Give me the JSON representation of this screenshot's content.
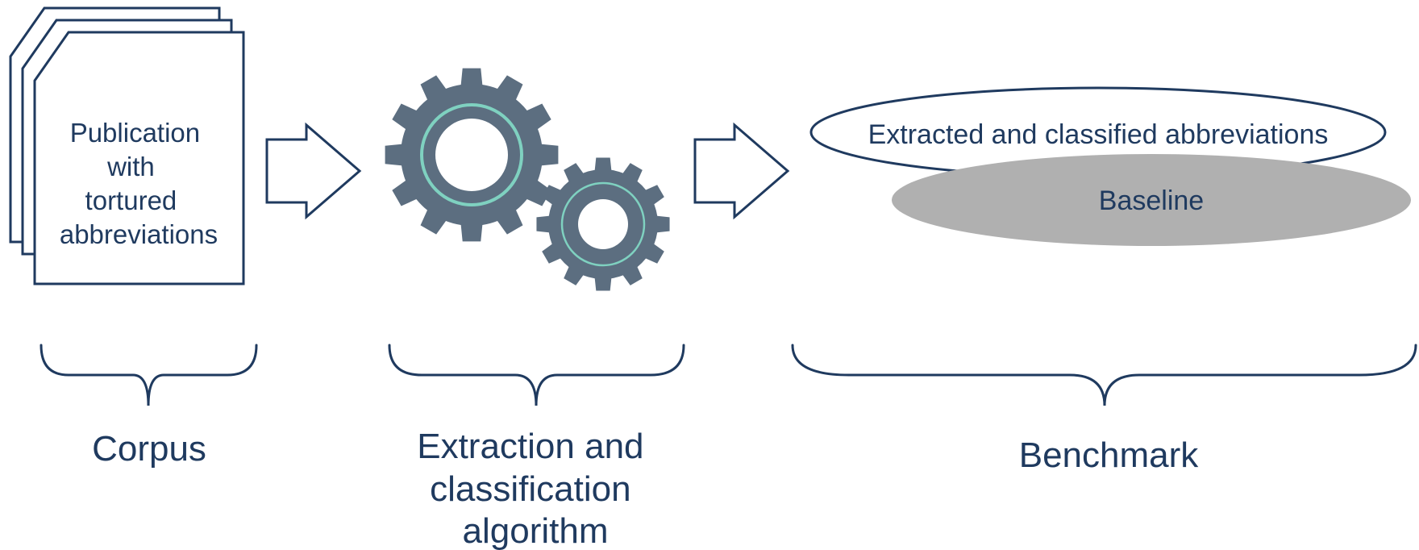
{
  "corpus": {
    "document_lines": [
      "Publication",
      "with",
      "tortured",
      "abbreviations"
    ],
    "label": "Corpus"
  },
  "algorithm": {
    "label_lines": [
      "Extraction and",
      "classification",
      "algorithm"
    ]
  },
  "benchmark": {
    "extracted_label": "Extracted and classified abbreviations",
    "baseline_label": "Baseline",
    "label": "Benchmark"
  },
  "colors": {
    "ink": "#1f3a5f",
    "gear": "#5c6e80",
    "gear_ring": "#7fd1c0",
    "baseline_fill": "#b0b0b0"
  }
}
